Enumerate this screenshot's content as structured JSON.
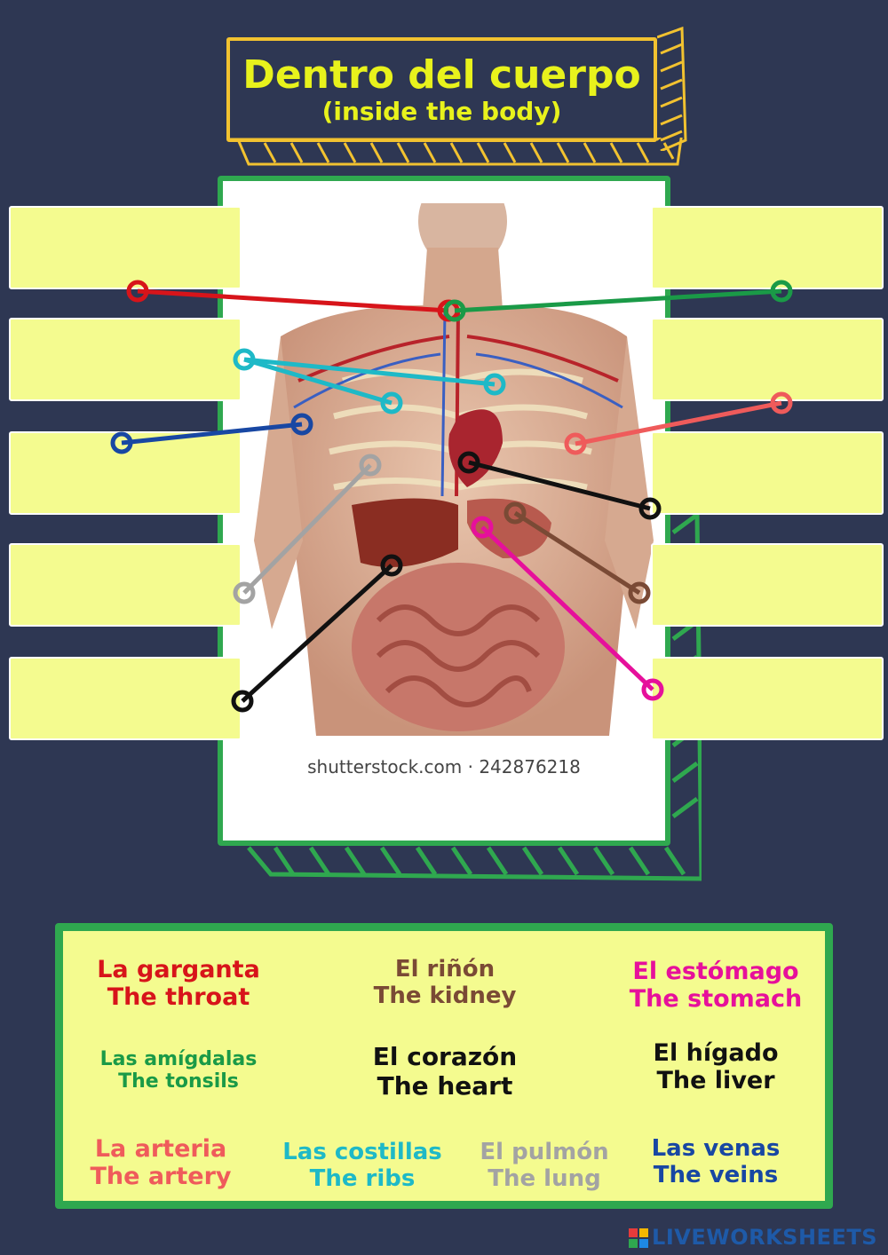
{
  "title": {
    "main": "Dentro del cuerpo",
    "sub": "(inside the body)"
  },
  "image": {
    "watermark": "shutterstock.com · 242876218"
  },
  "vocabulary": [
    {
      "es": "La garganta",
      "en": "The throat",
      "color": "#d7141a"
    },
    {
      "es": "El riñón",
      "en": "The kidney",
      "color": "#7a4a35"
    },
    {
      "es": "El estómago",
      "en": "The stomach",
      "color": "#e6109b"
    },
    {
      "es": "Las amígdalas",
      "en": "The tonsils",
      "color": "#1a9a47"
    },
    {
      "es": "El corazón",
      "en": "The heart",
      "color": "#111111"
    },
    {
      "es": "El hígado",
      "en": "The liver",
      "color": "#111111"
    },
    {
      "es": "La arteria",
      "en": "The artery",
      "color": "#ef5b5b"
    },
    {
      "es": "Las costillas",
      "en": "The ribs",
      "color": "#1eb9c7"
    },
    {
      "es": "El pulmón",
      "en": "The lung",
      "color": "#a3a3a3"
    },
    {
      "es": "Las venas",
      "en": "The veins",
      "color": "#1847a3"
    }
  ],
  "answer_boxes": {
    "left_count": 5,
    "right_count": 5,
    "value": ""
  },
  "connectors": [
    {
      "label_side": "left",
      "color": "#d7141a"
    },
    {
      "label_side": "right",
      "color": "#1a9a47"
    },
    {
      "label_side": "left",
      "color": "#1eb9c7"
    },
    {
      "label_side": "left",
      "color": "#1847a3"
    },
    {
      "label_side": "right",
      "color": "#ef5b5b"
    },
    {
      "label_side": "right",
      "color": "#111111"
    },
    {
      "label_side": "left",
      "color": "#a3a3a3"
    },
    {
      "label_side": "right",
      "color": "#7a4a35"
    },
    {
      "label_side": "right",
      "color": "#e6109b"
    },
    {
      "label_side": "left",
      "color": "#111111"
    }
  ],
  "brand": {
    "text": "LIVEWORKSHEETS",
    "color": "#1e5aa8"
  }
}
